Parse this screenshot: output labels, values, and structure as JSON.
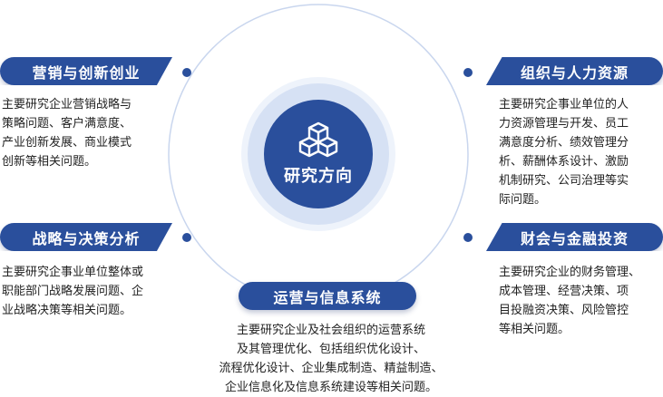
{
  "center": {
    "title": "研究方向",
    "icon": "cubes-icon"
  },
  "colors": {
    "primary": "#2a4f9c",
    "halo": "#d6e1f4",
    "ring": "#c9d6ee",
    "dot": "#2a4f9c"
  },
  "items": {
    "marketing": {
      "label": "营销与创新创业",
      "lines": [
        "主要研究企业营销战略与",
        "策略问题、客户满意度、",
        "产业创新发展、商业模式",
        "创新等相关问题。"
      ]
    },
    "strategy": {
      "label": "战略与决策分析",
      "lines": [
        "主要研究企事业单位整体或",
        "职能部门战略发展问题、企",
        "业战略决策等相关问题。"
      ]
    },
    "operations": {
      "label": "运营与信息系统",
      "lines": [
        "主要研究企业及社会组织的运营系统",
        "及其管理优化、包括组织优化设计、",
        "流程优化设计、企业集成制造、精益制造、",
        "企业信息化及信息系统建设等相关问题。"
      ]
    },
    "organization": {
      "label": "组织与人力资源",
      "lines": [
        "主要研究企事业单位的人",
        "力资源管理与开发、员工",
        "满意度分析、绩效管理分",
        "析、薪酬体系设计、激励",
        "机制研究、公司治理等实",
        "际问题。"
      ]
    },
    "finance": {
      "label": "财会与金融投资",
      "lines": [
        "主要研究企业的财务管理、",
        "成本管理、经营决策、项",
        "目投融资决策、风险管控",
        "等相关问题。"
      ]
    }
  }
}
